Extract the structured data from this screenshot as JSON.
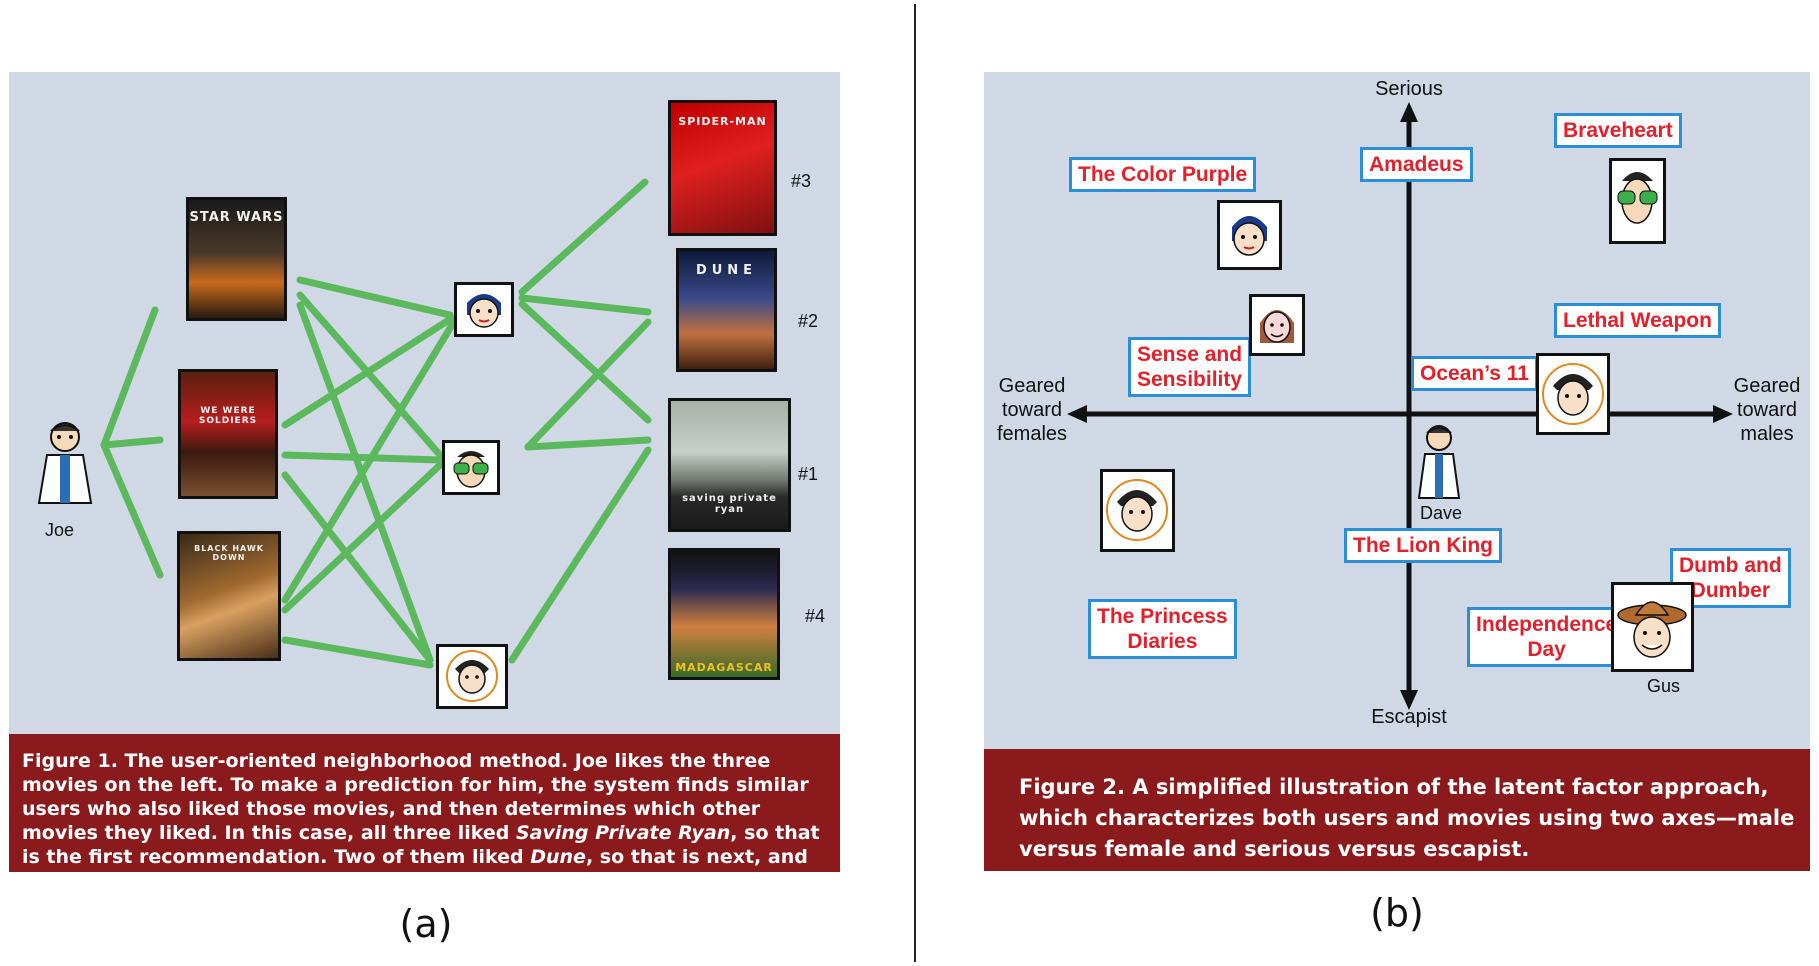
{
  "panel_a": {
    "sublabel": "(a)",
    "user_joe": "Joe",
    "ranks": [
      "#3",
      "#2",
      "#1",
      "#4"
    ],
    "left_movies": [
      {
        "title": "STAR WARS",
        "icon": "star-wars-poster"
      },
      {
        "title": "WE WERE SOLDIERS",
        "icon": "we-were-soldiers-poster"
      },
      {
        "title": "BLACK HAWK DOWN",
        "icon": "black-hawk-down-poster"
      }
    ],
    "right_movies": [
      {
        "title": "SPIDER-MAN",
        "icon": "spider-man-poster"
      },
      {
        "title": "DUNE",
        "icon": "dune-poster"
      },
      {
        "title": "saving private ryan",
        "icon": "saving-private-ryan-poster"
      },
      {
        "title": "MADAGASCAR",
        "icon": "madagascar-poster"
      }
    ],
    "caption": {
      "figure": "Figure 1.",
      "text1": " The user-oriented neighborhood method. Joe likes the three movies on the left. To make a prediction for him, the system finds similar users who also liked those movies, and then determines which other movies they liked. In this case, all three liked ",
      "em1": "Saving Private Ryan",
      "text2": ", so that is the first recommendation. Two of them liked ",
      "em2": "Dune",
      "text3": ", so that is next, and so on."
    },
    "colors": {
      "background": "#cfd8e4",
      "edge": "#5cb85c",
      "caption_bg": "#8b1a1d"
    }
  },
  "panel_b": {
    "sublabel": "(b)",
    "axis": {
      "top": "Serious",
      "bottom": "Escapist",
      "left": "Geared toward females",
      "right": "Geared toward males"
    },
    "movies": {
      "color_purple": "The Color Purple",
      "amadeus": "Amadeus",
      "braveheart": "Braveheart",
      "sense_line1": "Sense and",
      "sense_line2": "Sensibility",
      "oceans": "Ocean’s 11",
      "lethal": "Lethal Weapon",
      "lion_king": "The Lion King",
      "princess_line1": "The Princess",
      "princess_line2": "Diaries",
      "independence_line1": "Independence",
      "independence_line2": "Day",
      "dumb_line1": "Dumb and",
      "dumb_line2": "Dumber"
    },
    "users": {
      "dave": "Dave",
      "gus": "Gus"
    },
    "caption": {
      "figure": "Figure 2.",
      "text": " A simplified illustration of the latent factor approach, which characterizes both users and movies using two axes—male versus female and serious versus escapist."
    },
    "colors": {
      "movie_text": "#e4202a",
      "movie_border": "#2a8fd6"
    }
  }
}
